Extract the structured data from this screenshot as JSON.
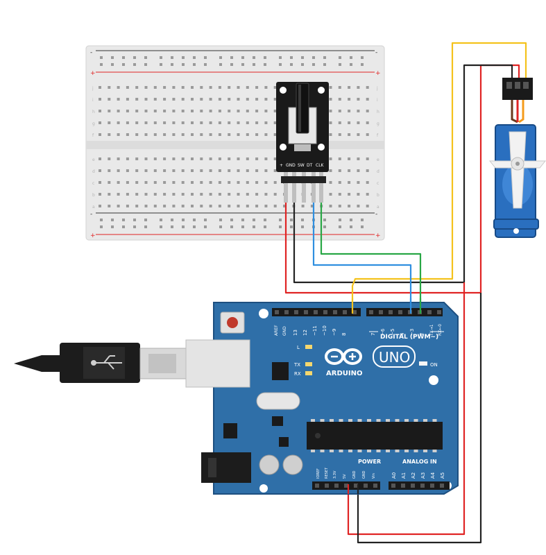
{
  "board": {
    "brand": "ARDUINO",
    "model": "UNO",
    "digital_header": "DIGITAL (PWM~)",
    "power_header": "POWER",
    "analog_header": "ANALOG IN",
    "on_led": "ON",
    "tx_led": "TX",
    "rx_led": "RX",
    "l_led": "L",
    "digital_pins": [
      "AREF",
      "GND",
      "13",
      "12",
      "~11",
      "~10",
      "~9",
      "8",
      "7",
      "~6",
      "~5",
      "4",
      "~3",
      "2",
      "TX→1",
      "RX←0"
    ],
    "power_pins": [
      "IOREF",
      "RESET",
      "3.3V",
      "5V",
      "GND",
      "GND",
      "Vin"
    ],
    "analog_pins": [
      "A0",
      "A1",
      "A2",
      "A3",
      "A4",
      "A5"
    ]
  },
  "encoder": {
    "pins": [
      "+",
      "GND",
      "SW",
      "DT",
      "CLK"
    ]
  },
  "breadboard": {
    "rail_minus": "-",
    "rail_plus": "+",
    "row_letters_top": [
      "j",
      "i",
      "h",
      "g",
      "f"
    ],
    "row_letters_bottom": [
      "e",
      "d",
      "c",
      "b",
      "a"
    ]
  },
  "colors": {
    "board": "#2f6fa8",
    "board_edge": "#1d4f80",
    "wire_red": "#e02424",
    "wire_black": "#222222",
    "wire_yellow": "#f4c21b",
    "wire_blue": "#2f8fe0",
    "wire_green": "#28a745",
    "servo_body": "#2a6fbf"
  }
}
